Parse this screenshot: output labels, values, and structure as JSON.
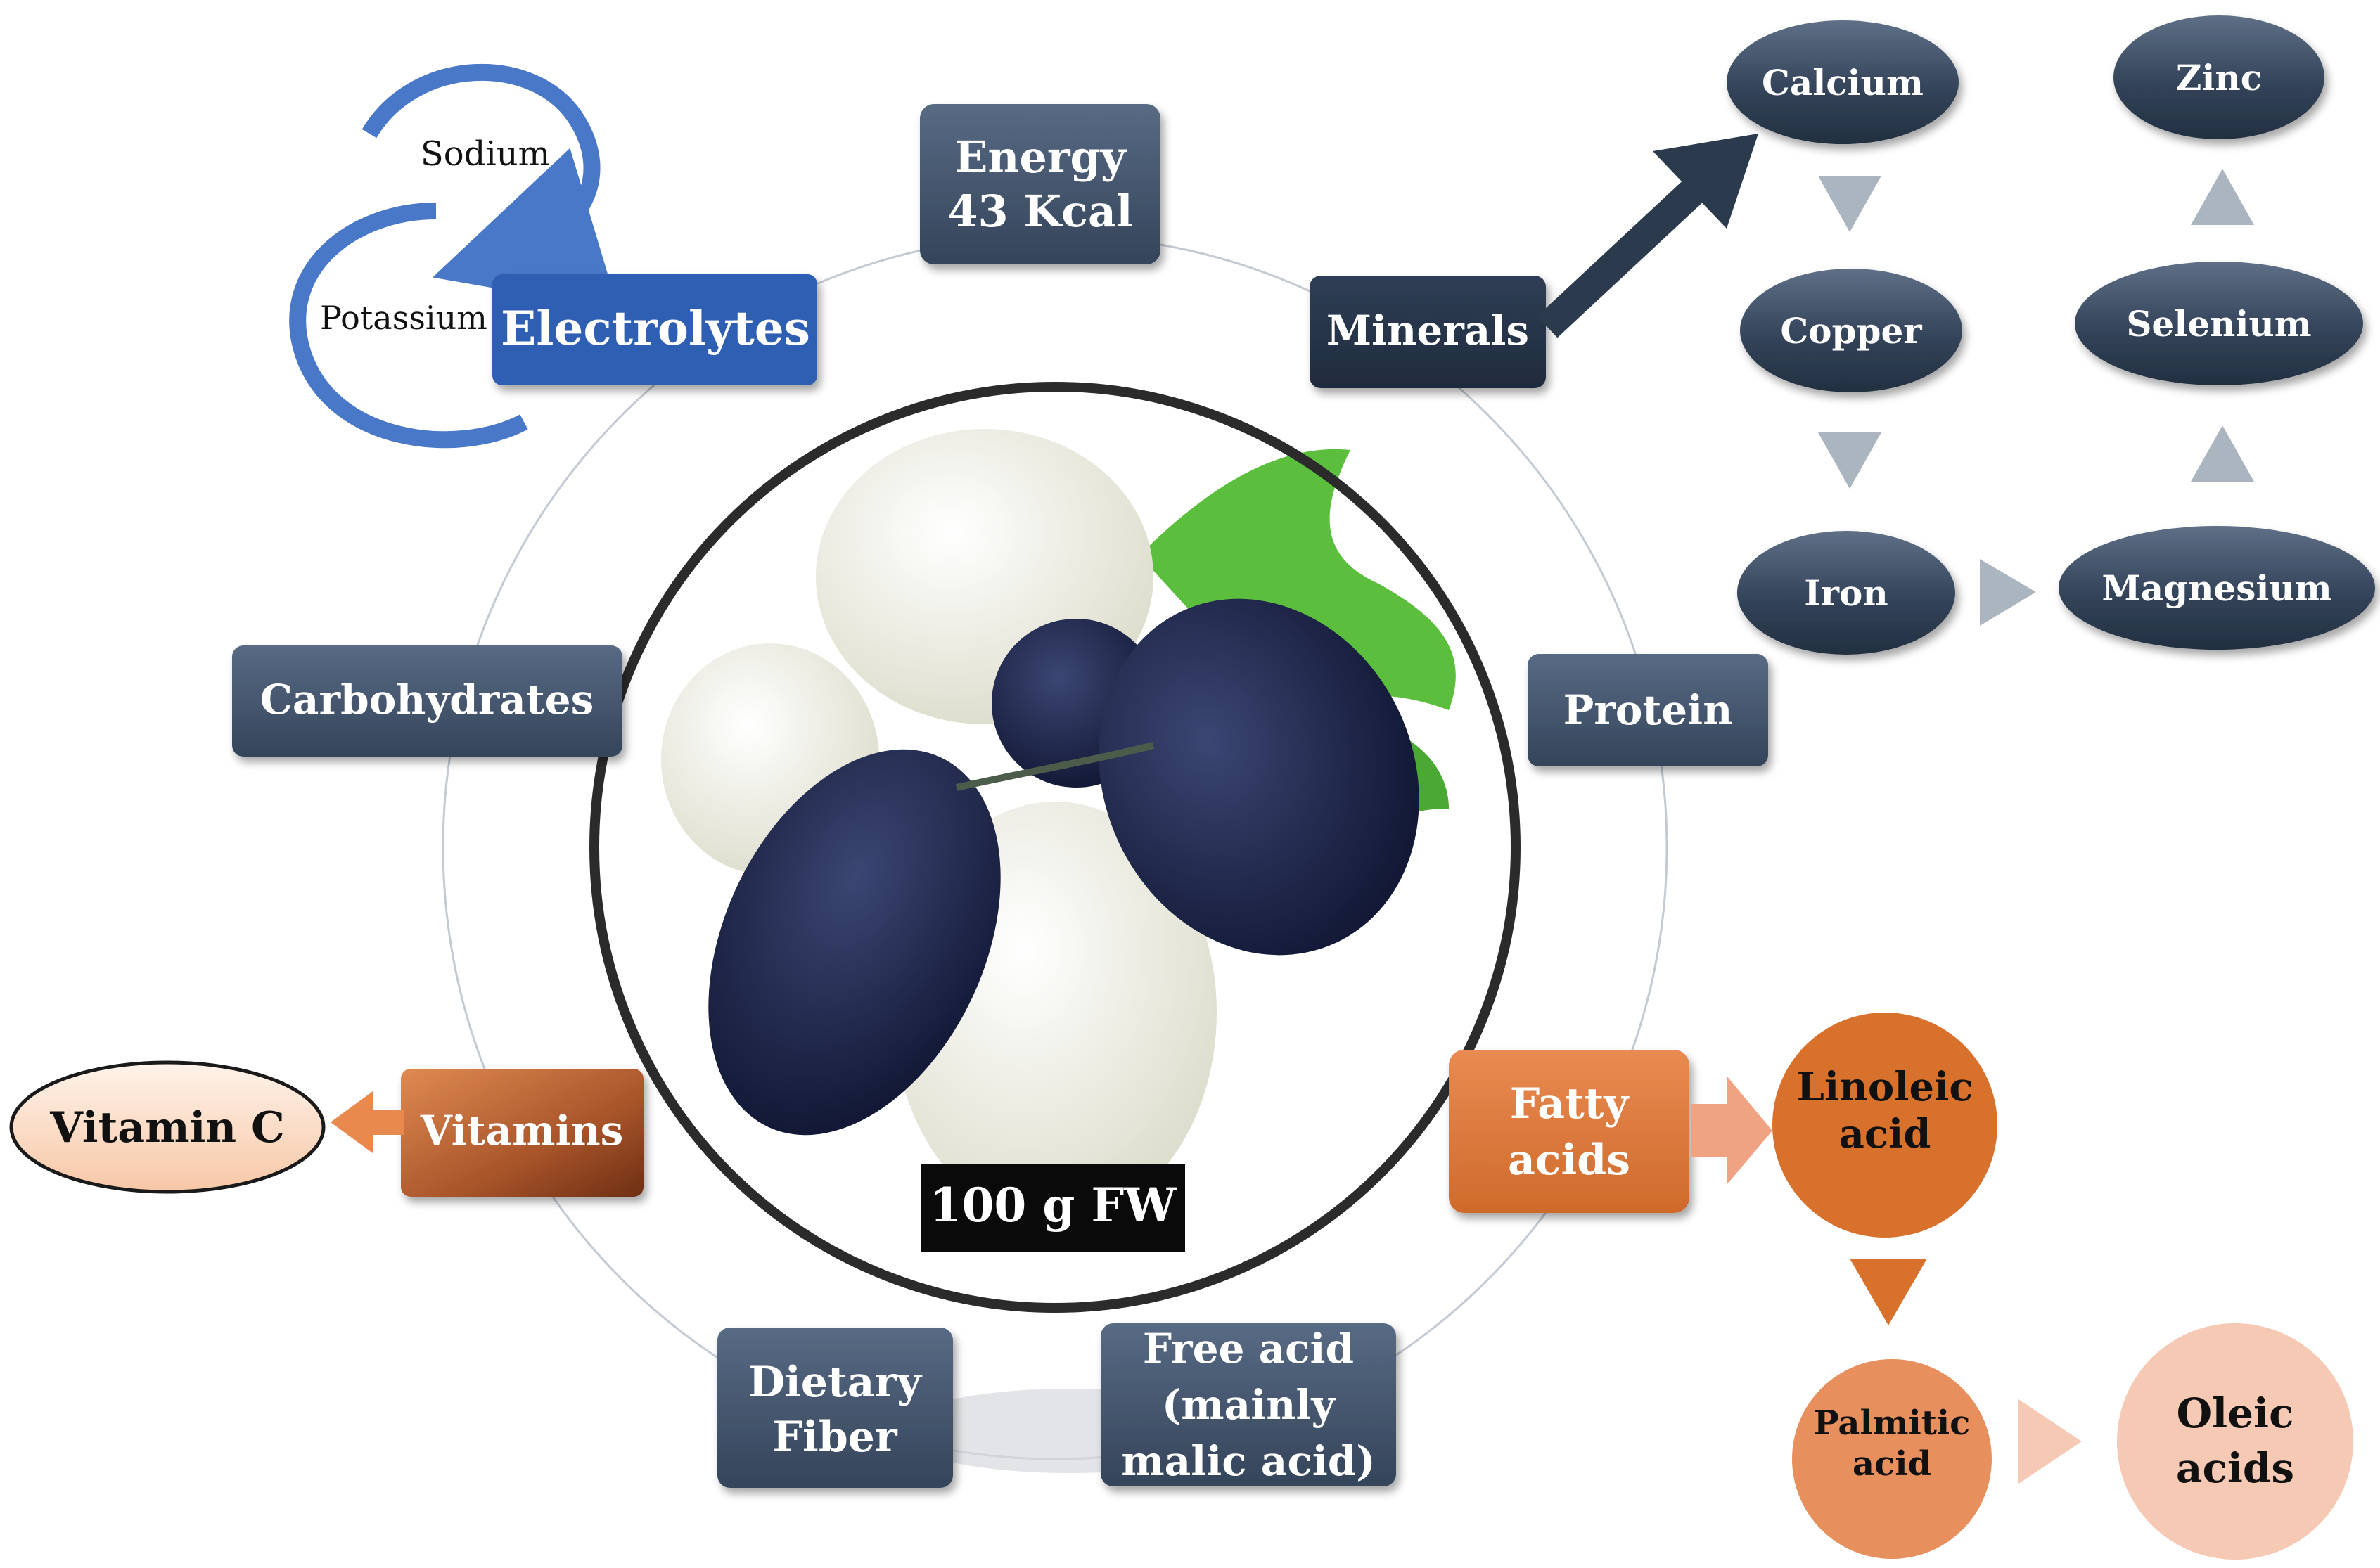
{
  "center": {
    "label": "100 g FW"
  },
  "nodes": {
    "energy": [
      "Energy",
      "43 Kcal"
    ],
    "minerals": "Minerals",
    "protein": "Protein",
    "fatty_acids": [
      "Fatty",
      "acids"
    ],
    "free_acid": [
      "Free acid",
      "(mainly",
      "malic acid)"
    ],
    "dietary_fiber": [
      "Dietary",
      "Fiber"
    ],
    "vitamins": "Vitamins",
    "carbohydrates": "Carbohydrates",
    "electrolytes": "Electrolytes"
  },
  "electrolytes_cycle": [
    "Sodium",
    "Potassium"
  ],
  "minerals_list": [
    "Calcium",
    "Copper",
    "Iron",
    "Magnesium",
    "Selenium",
    "Zinc"
  ],
  "vitamins_list": [
    "Vitamin C"
  ],
  "fatty_acids_list": {
    "linoleic": [
      "Linoleic",
      "acid"
    ],
    "palmitic": [
      "Palmitic",
      "acid"
    ],
    "oleic": [
      "Oleic",
      "acids"
    ]
  },
  "colors": {
    "slate": "#3f4f66",
    "slate_dark": "#2c3a4e",
    "electrolyte_blue": "#2f5fb3",
    "cycle_blue": "#4a78c8",
    "orange": "#d8712c",
    "orange_light": "#efa382",
    "peach": "#f5c9b3",
    "vitamin_brown": "#a8562a",
    "arrow_gray": "#aab5c0"
  }
}
